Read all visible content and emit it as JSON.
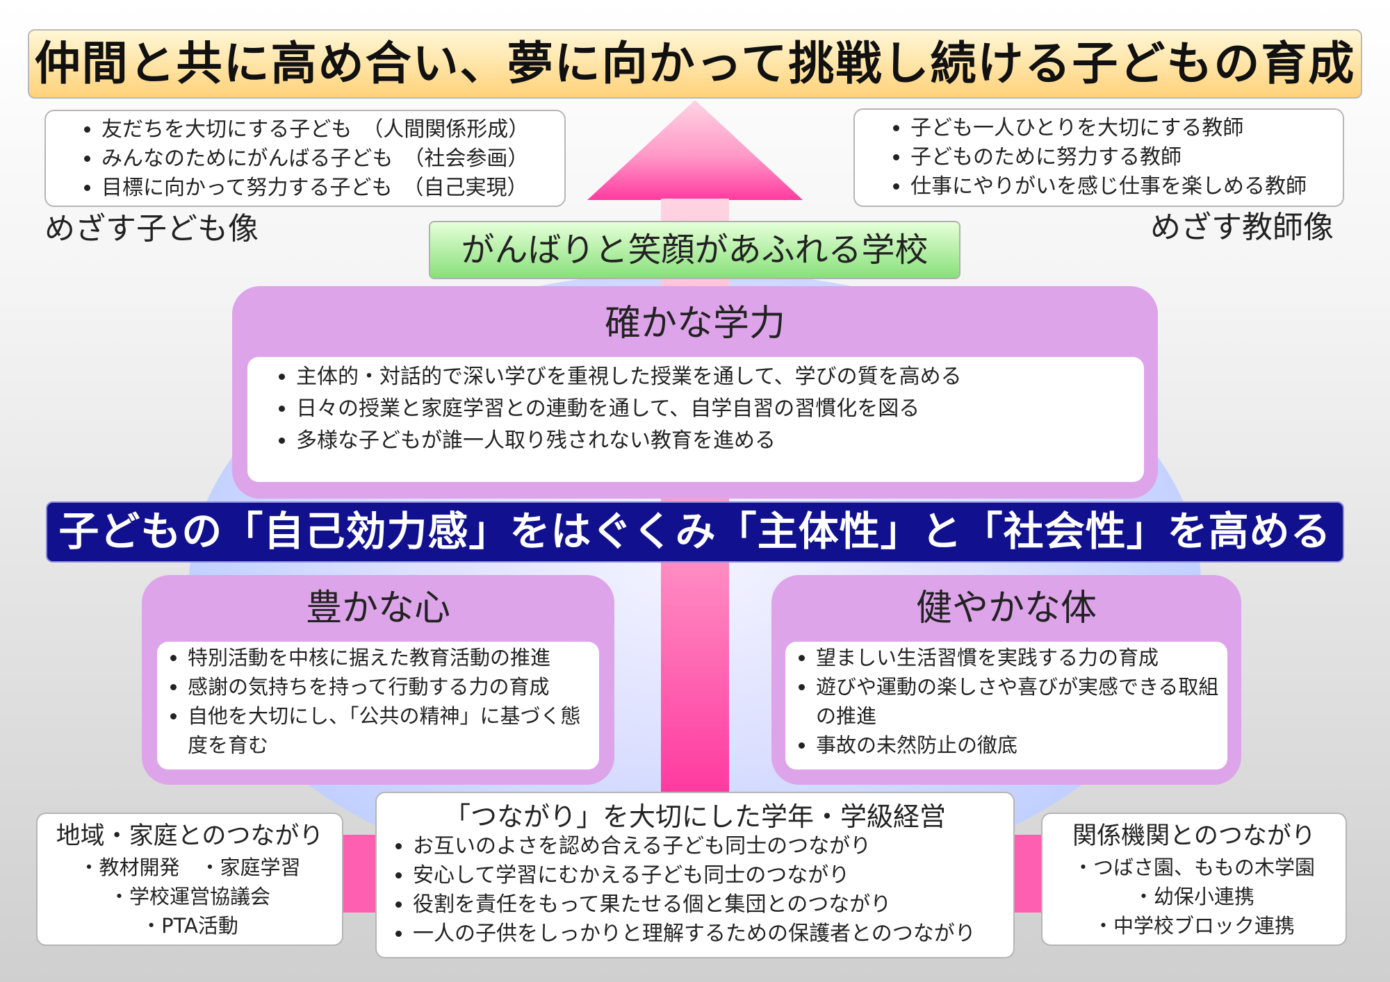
{
  "title": "仲間と共に高め合い、夢に向かって挑戦し続ける子どもの育成",
  "child_image": {
    "items": [
      "友だちを大切にする子ども　（人間関係形成）",
      "みんなのためにがんばる子ども　（社会参画）",
      "目標に向かって努力する子ども　（自己実現）"
    ],
    "label": "めざす子ども像"
  },
  "teacher_image": {
    "items": [
      "子ども一人ひとりを大切にする教師",
      "子どものために努力する教師",
      "仕事にやりがいを感じ仕事を楽しめる教師"
    ],
    "label": "めざす教師像"
  },
  "school_vision": "がんばりと笑顔があふれる学校",
  "academic": {
    "heading": "確かな学力",
    "items": [
      "主体的・対話的で深い学びを重視した授業を通して、学びの質を高める",
      "日々の授業と家庭学習との連動を通して、自学自習の習慣化を図る",
      "多様な子どもが誰一人取り残されない教育を進める"
    ]
  },
  "core_banner": "子どもの「自己効力感」をはぐくみ「主体性」と「社会性」を高める",
  "heart": {
    "heading": "豊かな心",
    "items": [
      "特別活動を中核に据えた教育活動の推進",
      "感謝の気持ちを持って行動する力の育成",
      "自他を大切にし、「公共の精神」に基づく態度を育む"
    ]
  },
  "body": {
    "heading": "健やかな体",
    "items": [
      "望ましい生活習慣を実践する力の育成",
      "遊びや運動の楽しさや喜びが実感できる取組の推進",
      "事故の未然防止の徹底"
    ]
  },
  "connections": {
    "heading": "「つながり」を大切にした学年・学級経営",
    "items": [
      "お互いのよさを認め合える子ども同士のつながり",
      "安心して学習にむかえる子ども同士のつながり",
      "役割を責任をもって果たせる個と集団とのつながり",
      "一人の子供をしっかりと理解するための保護者とのつながり"
    ]
  },
  "community": {
    "heading": "地域・家庭とのつながり",
    "lines": [
      "・教材開発　・家庭学習",
      "・学校運営協議会",
      "・PTA活動"
    ]
  },
  "agencies": {
    "heading": "関係機関とのつながり",
    "lines": [
      "・つばさ園、ももの木学園",
      "・幼保小連携",
      "・中学校ブロック連携"
    ]
  },
  "colors": {
    "title_bg": "#ffd27a",
    "school_bg": "#88e07a",
    "pillar_pink": "#dda4ea",
    "banner_navy": "#11118f",
    "arrow_pink": "#ff5fb0"
  }
}
